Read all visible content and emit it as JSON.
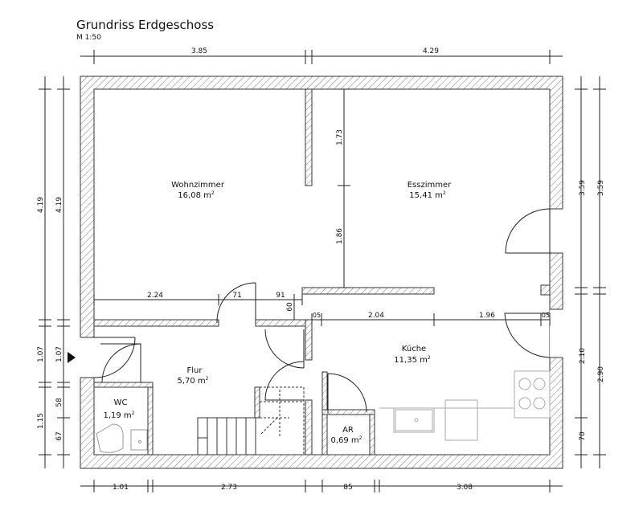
{
  "header": {
    "title": "Grundriss Erdgeschoss",
    "scale": "M 1:50"
  },
  "rooms": [
    {
      "name": "Wohnzimmer",
      "area": "16,08 m",
      "sup": "2"
    },
    {
      "name": "Esszimmer",
      "area": "15,41 m",
      "sup": "2"
    },
    {
      "name": "Flur",
      "area": "5,70 m",
      "sup": "2"
    },
    {
      "name": "WC",
      "area": "1,19 m",
      "sup": "2"
    },
    {
      "name": "AR",
      "area": "0,69 m",
      "sup": "2"
    },
    {
      "name": "Küche",
      "area": "11,35 m",
      "sup": "2"
    }
  ],
  "dimensions": {
    "top": [
      "3.85",
      "4.29"
    ],
    "bottom": [
      "1.01",
      "2.73",
      "85",
      "3.08"
    ],
    "left_outer": [
      "4.19",
      "1.07",
      "1.15"
    ],
    "left_inner": [
      "4.19",
      "1.07",
      "58",
      "67"
    ],
    "right_outer": [
      "3.59",
      "2.90"
    ],
    "right_inner": [
      "3.59",
      "2.10",
      "70"
    ],
    "interior": [
      "1.73",
      "1.86",
      "2.24",
      "71",
      "91",
      "60",
      "2.04",
      "1.96",
      "05",
      "05"
    ]
  },
  "colors": {
    "wall": "#444444",
    "hatch": "#777777",
    "line": "#222222",
    "fixture": "#999999"
  }
}
